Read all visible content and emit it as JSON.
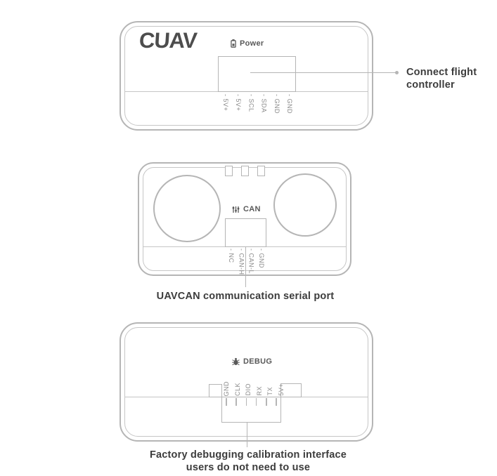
{
  "colors": {
    "line": "#b5b5b5",
    "line_light": "#c6c6c6",
    "text_dark": "#3c3c3c",
    "text_mid": "#595959",
    "text_pin": "#8a8a8a",
    "logo": "#4d4d4d"
  },
  "top_device": {
    "logo": "CUAV",
    "port": {
      "icon": "battery-icon",
      "label": "Power"
    },
    "pins": [
      "- 5V+",
      "- 5V+",
      "- SCL",
      "- SDA",
      "- GND",
      "- GND"
    ],
    "callout": "Connect flight controller"
  },
  "middle_device": {
    "port": {
      "icon": "tune-icon",
      "label": "CAN"
    },
    "pins": [
      "- NC",
      "- CAN-H",
      "- CAN-L",
      "- GND"
    ],
    "caption": "UAVCAN communication serial port"
  },
  "bottom_device": {
    "port": {
      "icon": "bug-icon",
      "label": "DEBUG"
    },
    "pins": [
      "GND",
      "CLK",
      "DIO",
      "RX",
      "TX",
      "5V+"
    ],
    "caption_line1": "Factory debugging calibration interface",
    "caption_line2": "users do not need to use"
  }
}
